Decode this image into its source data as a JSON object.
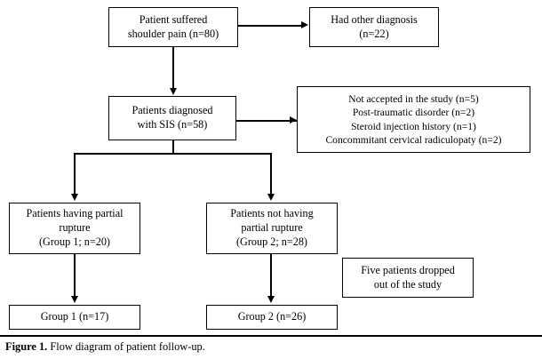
{
  "figure": {
    "caption_label": "Figure 1.",
    "caption_text": "Flow diagram of patient follow-up."
  },
  "diagram": {
    "type": "flowchart",
    "nodes": {
      "suffered": {
        "lines": [
          "Patient suffered",
          "shoulder pain (n=80)"
        ],
        "n": 80
      },
      "other_diagnosis": {
        "lines": [
          "Had other diagnosis",
          "(n=22)"
        ],
        "n": 22
      },
      "sis": {
        "lines": [
          "Patients  diagnosed",
          "with SIS (n=58)"
        ],
        "n": 58
      },
      "excluded": {
        "lines": [
          "Not accepted in the study (n=5)",
          "Post-traumatic disorder (n=2)",
          "Steroid injection history (n=1)",
          "Concommitant cervical radiculopaty (n=2)"
        ]
      },
      "partial_rupture": {
        "lines": [
          "Patients having partial",
          "rupture",
          "(Group 1; n=20)"
        ],
        "n": 20
      },
      "no_partial_rupture": {
        "lines": [
          "Patients not having",
          "partial rupture",
          "(Group 2; n=28)"
        ],
        "n": 28
      },
      "dropped_out": {
        "lines": [
          "Five patients dropped",
          "out of the study"
        ],
        "n": 5
      },
      "group1_final": {
        "lines": [
          "Group 1 (n=17)"
        ],
        "n": 17
      },
      "group2_final": {
        "lines": [
          "Group 2 (n=26)"
        ],
        "n": 26
      }
    }
  }
}
